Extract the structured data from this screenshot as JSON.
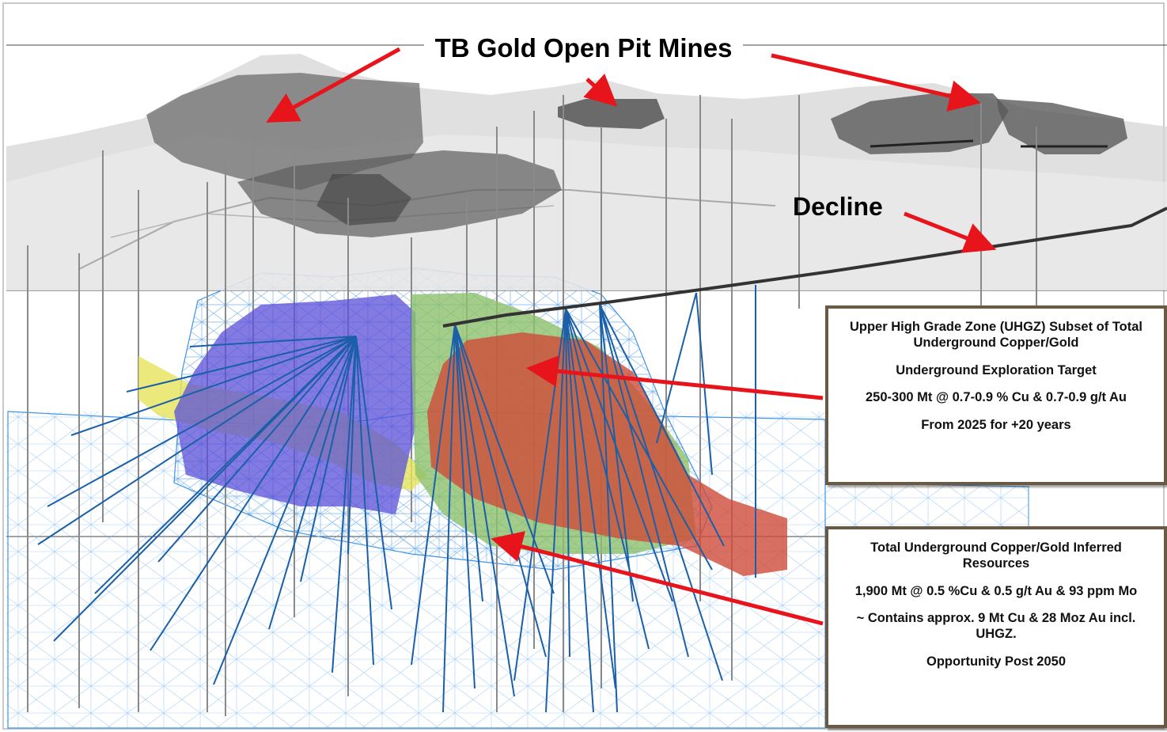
{
  "labels": {
    "open_pit": "TB Gold Open Pit Mines",
    "decline": "Decline"
  },
  "uhgz_box": {
    "line1": "Upper High Grade Zone (UHGZ) Subset of Total Underground Copper/Gold",
    "line2": "Underground Exploration Target",
    "line3": "250-300 Mt @ 0.7-0.9 % Cu & 0.7-0.9 g/t Au",
    "line4": "From 2025 for +20 years"
  },
  "total_box": {
    "line1": "Total Underground Copper/Gold Inferred Resources",
    "line2": "1,900 Mt @ 0.5 %Cu & 0.5 g/t Au & 93 ppm Mo",
    "line3": "~ Contains approx. 9 Mt Cu & 28 Moz Au incl. UHGZ.",
    "line4": "Opportunity Post 2050"
  },
  "colors": {
    "arrow": "#e8141b",
    "terrain": "#cfcfcf",
    "pit": "#707070",
    "wireframe": "#3a8fe0",
    "drillhole": "#1a5fa8",
    "uhgz_red": "#d04b3a",
    "green_zone": "#8cc06a",
    "blue_zone": "#5a4fd8",
    "yellow_zone": "#e6e35a",
    "box_border": "#6b5a43"
  }
}
